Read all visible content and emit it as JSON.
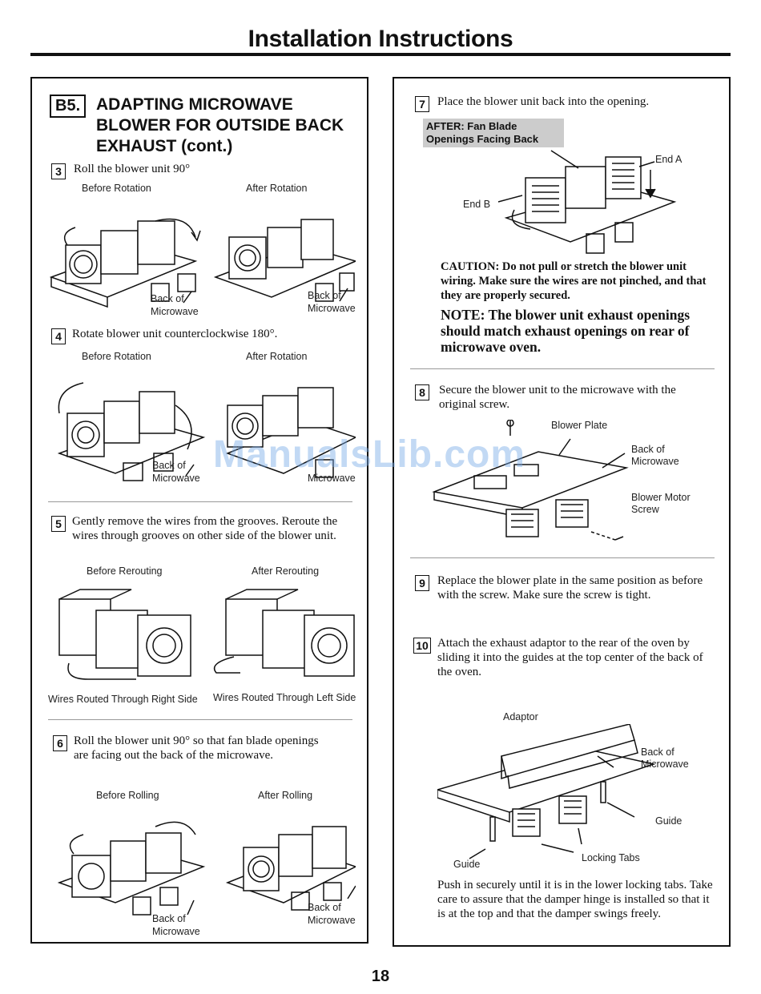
{
  "page": {
    "title": "Installation Instructions",
    "number": "18",
    "watermark": "ManualsLib.com"
  },
  "section": {
    "badge": "B5.",
    "title": "ADAPTING MICROWAVE BLOWER FOR OUTSIDE BACK EXHAUST (cont.)"
  },
  "steps": {
    "s3": {
      "num": "3",
      "text": "Roll the blower unit 90°",
      "cap_before": "Before Rotation",
      "cap_after": "After Rotation",
      "back_of": "Back of",
      "microwave": "Microwave"
    },
    "s4": {
      "num": "4",
      "text": "Rotate blower unit counterclockwise 180°.",
      "cap_before": "Before Rotation",
      "cap_after": "After Rotation"
    },
    "s5": {
      "num": "5",
      "text": "Gently remove the wires from the grooves. Reroute the wires through grooves on other side of the blower unit.",
      "cap_before": "Before Rerouting",
      "cap_after": "After Rerouting",
      "cap_right": "Wires Routed Through Right Side",
      "cap_left": "Wires Routed Through Left Side"
    },
    "s6": {
      "num": "6",
      "text": "Roll the blower unit 90° so that fan blade openings are facing out the back of the microwave.",
      "cap_before": "Before Rolling",
      "cap_after": "After Rolling"
    },
    "s7": {
      "num": "7",
      "text": "Place the blower unit back into the opening.",
      "after_label": "AFTER: Fan Blade Openings Facing Back",
      "end_a": "End A",
      "end_b": "End B"
    },
    "caution": "CAUTION: Do not pull or stretch the blower unit wiring. Make sure the wires are not pinched, and that they are properly secured.",
    "note": "NOTE: The blower unit exhaust openings should match exhaust openings on rear of microwave oven.",
    "s8": {
      "num": "8",
      "text": "Secure the blower unit to the microwave with the original screw.",
      "blower_plate": "Blower Plate",
      "back_of_microwave": "Back of Microwave",
      "blower_motor_screw": "Blower Motor Screw"
    },
    "s9": {
      "num": "9",
      "text": "Replace the blower plate in the same position as before with the screw. Make sure the screw is tight."
    },
    "s10": {
      "num": "10",
      "text": "Attach the exhaust adaptor to the rear of the oven by sliding it into the guides at the top center of the back of the oven.",
      "adaptor": "Adaptor",
      "back_of_microwave": "Back of Microwave",
      "guide": "Guide",
      "locking_tabs": "Locking Tabs"
    },
    "push": "Push in securely until it is in the lower locking tabs. Take care to assure that the damper hinge is installed so that it is at the top and that the damper swings freely."
  }
}
